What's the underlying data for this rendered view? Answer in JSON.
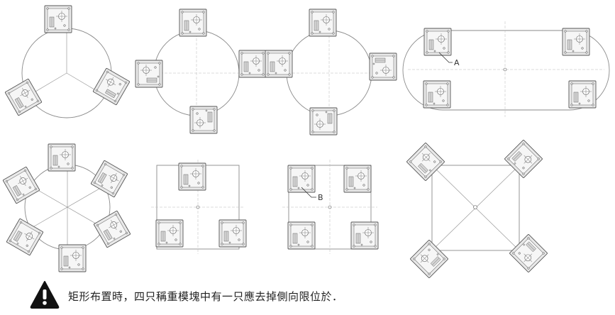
{
  "callouts": {
    "a": "A",
    "b": "B"
  },
  "note": {
    "text": "矩形布置時，四只稱重模塊中有一只應去掉側向限位於．"
  },
  "icons": {
    "warning": "warning-triangle-icon"
  },
  "colors": {
    "line": "#8a8a8a",
    "module": "#e9e9e9",
    "warning": "#111111"
  }
}
